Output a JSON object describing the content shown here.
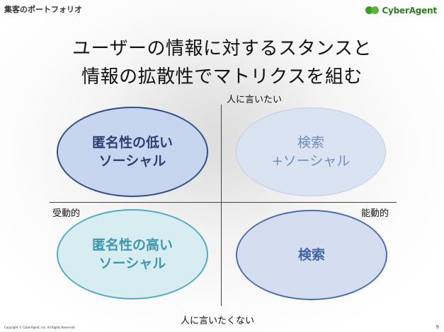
{
  "header": {
    "corner_title": "集客のポートフォリオ",
    "logo_text": "CyberAgent"
  },
  "title": {
    "line1": "ユーザーの情報に対するスタンスと",
    "line2": "情報の拡散性でマトリクスを組む"
  },
  "axes": {
    "top": "人に言いたい",
    "bottom": "人に言いたくない",
    "left": "受動的",
    "right": "能動的"
  },
  "quadrants": {
    "top_left": {
      "line1": "匿名性の低い",
      "line2": "ソーシャル"
    },
    "top_right": {
      "line1": "検索",
      "line2": "+ソーシャル"
    },
    "bottom_left": {
      "line1": "匿名性の高い",
      "line2": "ソーシャル"
    },
    "bottom_right": {
      "line1": "検索"
    }
  },
  "footer": {
    "copyright": "Copyright © CyberAgent, Inc. All Rights Reserved.",
    "page_number": "9"
  },
  "colors": {
    "brand_green": "#3a9a2a",
    "dark_blue": "#2f4e8a",
    "teal": "#55acc0"
  }
}
